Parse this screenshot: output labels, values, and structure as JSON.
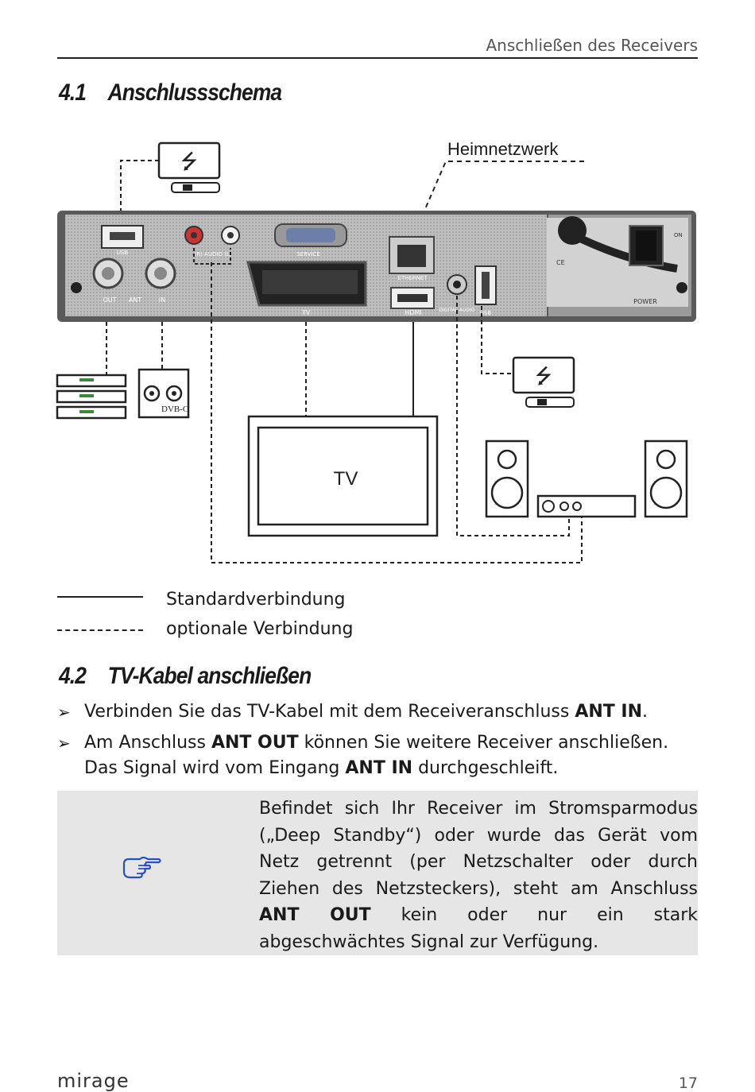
{
  "header": {
    "running_title": "Anschließen des Receivers"
  },
  "section1": {
    "number": "4.1",
    "title": "Anschlussschema"
  },
  "diagram": {
    "network_label": "Heimnetzwerk",
    "tv_label": "TV",
    "dvbc_label": "DVB-C",
    "port_labels": {
      "usb": "USB",
      "audio": "(R) AUDIO (L)",
      "service": "SERVICE",
      "ethernet": "ETHERNET",
      "out": "OUT",
      "ant": "ANT",
      "in": "IN",
      "tv": "TV",
      "hdmi": "HDMI",
      "digital_audio": "DIGITAL AUDIO",
      "usb2": "USB",
      "power": "POWER",
      "on": "ON",
      "ce": "CE"
    }
  },
  "legend": {
    "solid": "Standardverbindung",
    "dashed": "optionale Verbindung"
  },
  "section2": {
    "number": "4.2",
    "title": "TV-Kabel anschließen"
  },
  "bullets": [
    {
      "pre": "Verbinden Sie das TV-Kabel mit dem Receiveranschluss ",
      "bold": "ANT IN",
      "post": "."
    },
    {
      "pre": "Am Anschluss ",
      "bold": "ANT OUT",
      "mid": " können Sie weitere Receiver anschließen. Das Signal wird vom Eingang ",
      "bold2": "ANT IN",
      "post": " durchgeschleift."
    }
  ],
  "note": {
    "icon": "pointing-hand-icon",
    "pre": "Befindet sich Ihr Receiver im Stromsparmodus („Deep Standby“) oder wurde das Gerät vom Netz getrennt (per Netzschalter oder durch Ziehen des Netzsteckers), steht am Anschluss ",
    "bold": "ANT OUT",
    "post": " kein oder nur ein stark abgeschwächtes Signal zur Verfügung."
  },
  "footer": {
    "logo": "mirage",
    "page_number": "17"
  }
}
